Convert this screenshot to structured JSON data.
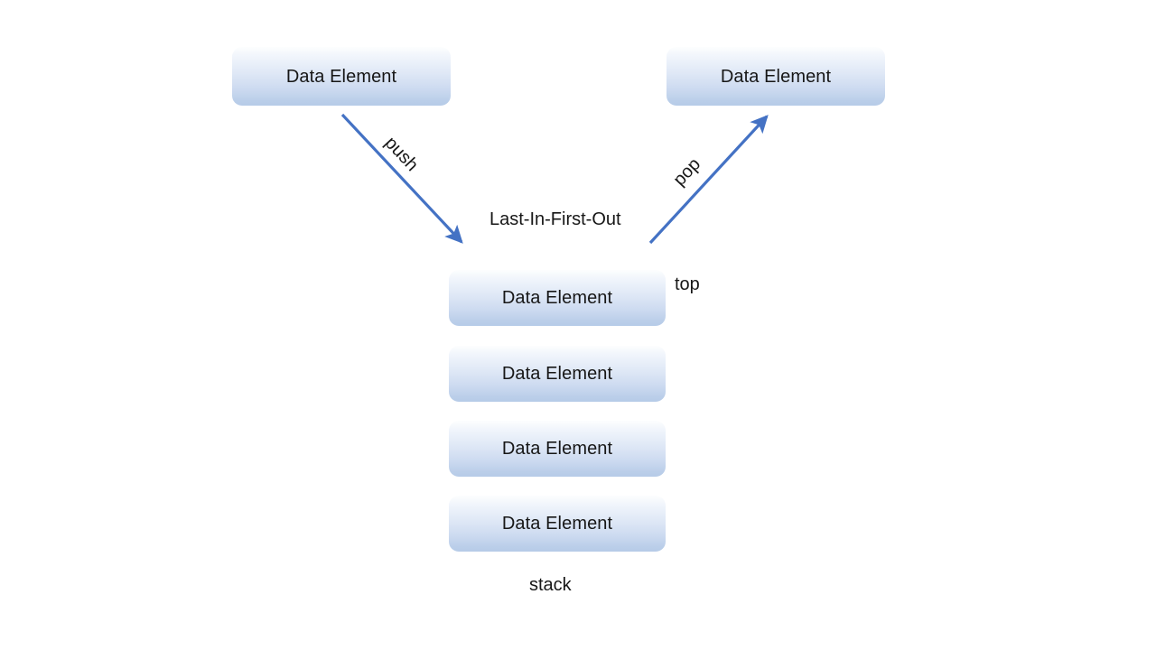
{
  "diagram": {
    "title_text": "Last-In-First-Out",
    "stack_caption": "stack",
    "top_caption": "top",
    "colors": {
      "arrow": "#4472C4",
      "box_gradient_top": "#FDFEFE",
      "box_gradient_bottom": "#B6CBE8",
      "text": "#171717",
      "background": "#FFFFFF"
    },
    "top_row": [
      {
        "label": "Data Element",
        "role": "push-source"
      },
      {
        "label": "Data Element",
        "role": "pop-target"
      }
    ],
    "arrows": [
      {
        "label": "push",
        "direction": "down-right",
        "from": "push-source-box",
        "to": "stack-top"
      },
      {
        "label": "pop",
        "direction": "up-right",
        "from": "stack-top",
        "to": "pop-target-box"
      }
    ],
    "stack": {
      "items": [
        {
          "label": "Data Element"
        },
        {
          "label": "Data Element"
        },
        {
          "label": "Data Element"
        },
        {
          "label": "Data Element"
        }
      ]
    }
  }
}
